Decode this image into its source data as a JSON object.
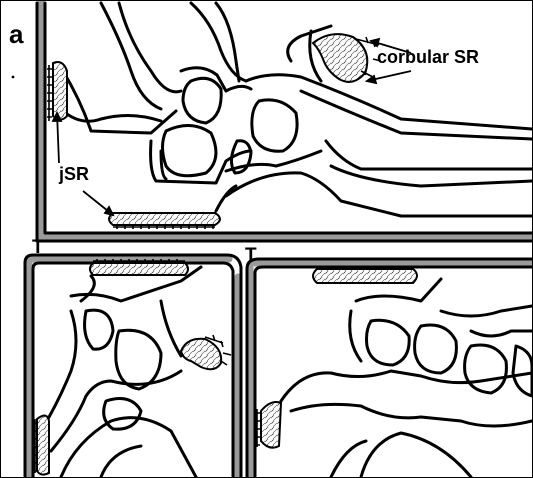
{
  "figure": {
    "panel_label": "a",
    "labels": {
      "corbular_sr": "corbular SR",
      "jsr": "jSR",
      "t_left": "T",
      "t_right": "T"
    }
  },
  "colors": {
    "line": "#000000",
    "membrane": "#9a9a9a",
    "background": "#ffffff"
  }
}
